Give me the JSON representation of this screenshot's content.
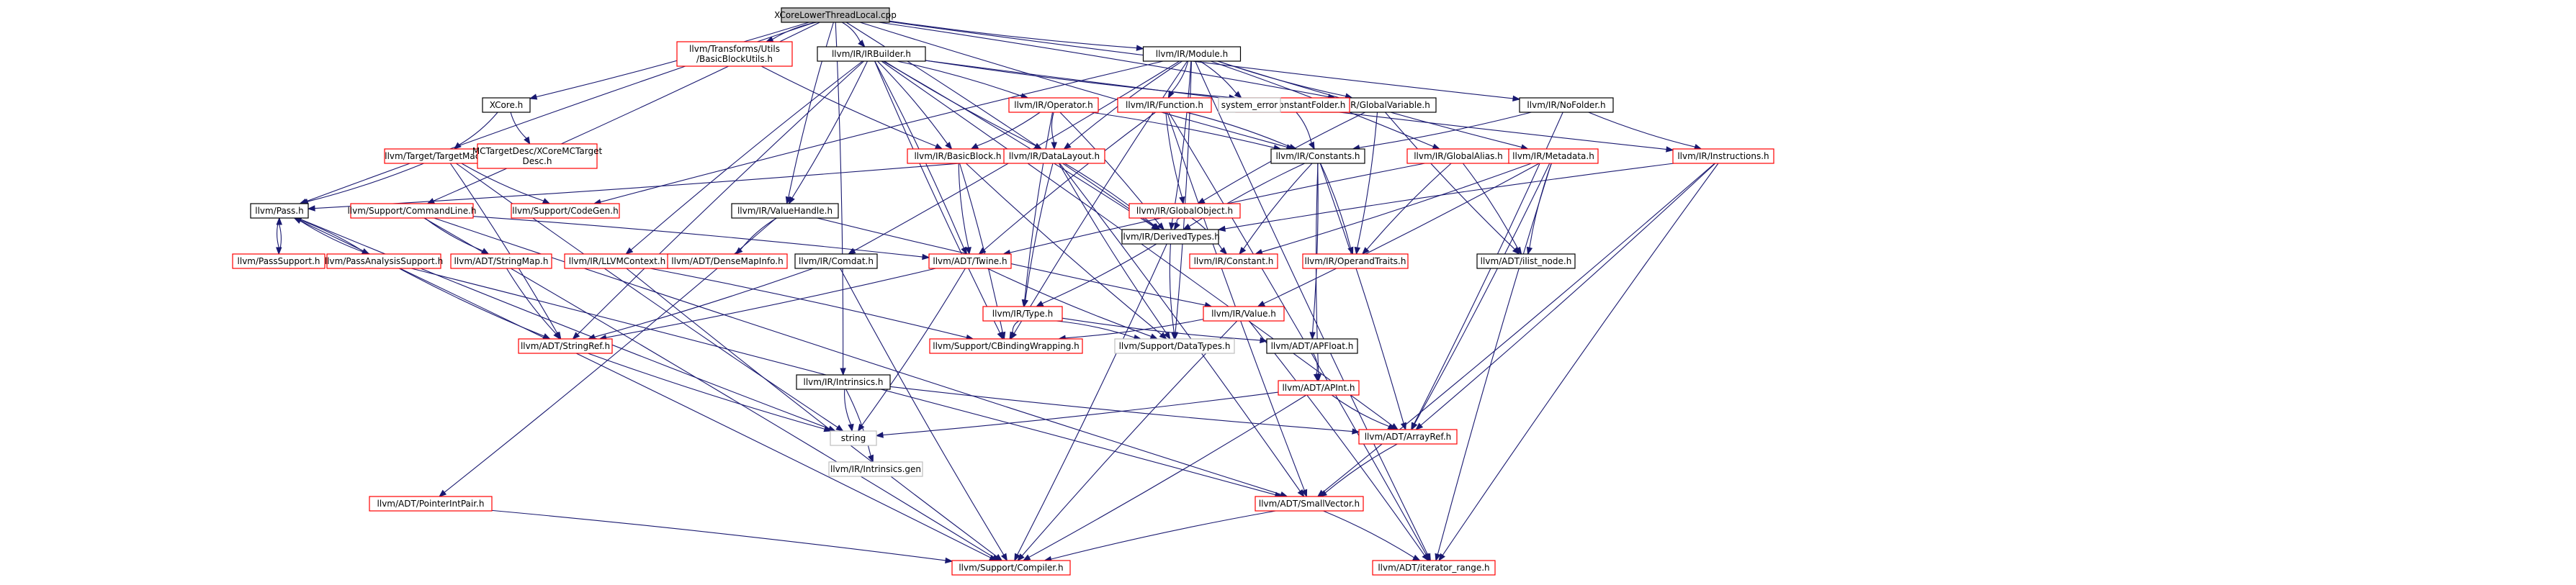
{
  "colors": {
    "node_fill": "#ffffff",
    "root_fill": "#bfbfbf",
    "border_documented": "#ff0000",
    "border_undocumented": "#bfbfbf",
    "border_root": "#000000",
    "text": "#000000",
    "edge": "#191970"
  },
  "diagram": {
    "nodes": [
      {
        "id": "root",
        "lines": [
          "XCoreLowerThreadLocal.cpp"
        ],
        "kind": "root"
      },
      {
        "id": "butils",
        "lines": [
          "llvm/Transforms/Utils",
          "/BasicBlockUtils.h"
        ],
        "kind": "red"
      },
      {
        "id": "irbuilder",
        "lines": [
          "llvm/IR/IRBuilder.h"
        ],
        "kind": "black"
      },
      {
        "id": "module",
        "lines": [
          "llvm/IR/Module.h"
        ],
        "kind": "black"
      },
      {
        "id": "xcore",
        "lines": [
          "XCore.h"
        ],
        "kind": "black"
      },
      {
        "id": "nofolder",
        "lines": [
          "llvm/IR/NoFolder.h"
        ],
        "kind": "black"
      },
      {
        "id": "globalvar",
        "lines": [
          "llvm/IR/GlobalVariable.h"
        ],
        "kind": "black"
      },
      {
        "id": "target",
        "lines": [
          "llvm/Target/TargetMachine.h"
        ],
        "kind": "red"
      },
      {
        "id": "mctarget",
        "lines": [
          "MCTargetDesc/XCoreMCTarget",
          "Desc.h"
        ],
        "kind": "red"
      },
      {
        "id": "operator",
        "lines": [
          "llvm/IR/Operator.h"
        ],
        "kind": "red"
      },
      {
        "id": "function",
        "lines": [
          "llvm/IR/Function.h"
        ],
        "kind": "red"
      },
      {
        "id": "constfolder",
        "lines": [
          "llvm/IR/ConstantFolder.h"
        ],
        "kind": "red"
      },
      {
        "id": "syserror",
        "lines": [
          "system_error"
        ],
        "kind": "gray"
      },
      {
        "id": "instructions",
        "lines": [
          "llvm/IR/Instructions.h"
        ],
        "kind": "red"
      },
      {
        "id": "basicblock",
        "lines": [
          "llvm/IR/BasicBlock.h"
        ],
        "kind": "red"
      },
      {
        "id": "datalayout",
        "lines": [
          "llvm/IR/DataLayout.h"
        ],
        "kind": "red"
      },
      {
        "id": "constants",
        "lines": [
          "llvm/IR/Constants.h"
        ],
        "kind": "black"
      },
      {
        "id": "globalalias",
        "lines": [
          "llvm/IR/GlobalAlias.h"
        ],
        "kind": "red"
      },
      {
        "id": "metadata",
        "lines": [
          "llvm/IR/Metadata.h"
        ],
        "kind": "red"
      },
      {
        "id": "pass",
        "lines": [
          "llvm/Pass.h"
        ],
        "kind": "black"
      },
      {
        "id": "cmdline",
        "lines": [
          "llvm/Support/CommandLine.h"
        ],
        "kind": "red"
      },
      {
        "id": "codegen",
        "lines": [
          "llvm/Support/CodeGen.h"
        ],
        "kind": "red"
      },
      {
        "id": "valuehandle",
        "lines": [
          "llvm/IR/ValueHandle.h"
        ],
        "kind": "black"
      },
      {
        "id": "globalobject",
        "lines": [
          "llvm/IR/GlobalObject.h"
        ],
        "kind": "red"
      },
      {
        "id": "derivedtypes",
        "lines": [
          "llvm/IR/DerivedTypes.h"
        ],
        "kind": "black"
      },
      {
        "id": "constant",
        "lines": [
          "llvm/IR/Constant.h"
        ],
        "kind": "red"
      },
      {
        "id": "operandtraits",
        "lines": [
          "llvm/IR/OperandTraits.h"
        ],
        "kind": "red"
      },
      {
        "id": "ilistnode",
        "lines": [
          "llvm/ADT/ilist_node.h"
        ],
        "kind": "black"
      },
      {
        "id": "passsupport",
        "lines": [
          "llvm/PassSupport.h"
        ],
        "kind": "red"
      },
      {
        "id": "passanalysis",
        "lines": [
          "llvm/PassAnalysisSupport.h"
        ],
        "kind": "red"
      },
      {
        "id": "stringmap",
        "lines": [
          "llvm/ADT/StringMap.h"
        ],
        "kind": "red"
      },
      {
        "id": "llvmcontext",
        "lines": [
          "llvm/IR/LLVMContext.h"
        ],
        "kind": "red"
      },
      {
        "id": "densemapinfo",
        "lines": [
          "llvm/ADT/DenseMapInfo.h"
        ],
        "kind": "red"
      },
      {
        "id": "comdat",
        "lines": [
          "llvm/IR/Comdat.h"
        ],
        "kind": "black"
      },
      {
        "id": "twine",
        "lines": [
          "llvm/ADT/Twine.h"
        ],
        "kind": "red"
      },
      {
        "id": "type",
        "lines": [
          "llvm/IR/Type.h"
        ],
        "kind": "red"
      },
      {
        "id": "value",
        "lines": [
          "llvm/IR/Value.h"
        ],
        "kind": "red"
      },
      {
        "id": "stringref",
        "lines": [
          "llvm/ADT/StringRef.h"
        ],
        "kind": "red"
      },
      {
        "id": "cbinding",
        "lines": [
          "llvm/Support/CBindingWrapping.h"
        ],
        "kind": "red"
      },
      {
        "id": "datatypes",
        "lines": [
          "llvm/Support/DataTypes.h"
        ],
        "kind": "gray"
      },
      {
        "id": "apfloat",
        "lines": [
          "llvm/ADT/APFloat.h"
        ],
        "kind": "black"
      },
      {
        "id": "intrinsics",
        "lines": [
          "llvm/IR/Intrinsics.h"
        ],
        "kind": "black"
      },
      {
        "id": "apint",
        "lines": [
          "llvm/ADT/APInt.h"
        ],
        "kind": "red"
      },
      {
        "id": "string",
        "lines": [
          "string"
        ],
        "kind": "gray"
      },
      {
        "id": "intrinsicsgen",
        "lines": [
          "llvm/IR/Intrinsics.gen"
        ],
        "kind": "gray"
      },
      {
        "id": "arrayref",
        "lines": [
          "llvm/ADT/ArrayRef.h"
        ],
        "kind": "red"
      },
      {
        "id": "pointerint",
        "lines": [
          "llvm/ADT/PointerIntPair.h"
        ],
        "kind": "red"
      },
      {
        "id": "smallvector",
        "lines": [
          "llvm/ADT/SmallVector.h"
        ],
        "kind": "red"
      },
      {
        "id": "compiler",
        "lines": [
          "llvm/Support/Compiler.h"
        ],
        "kind": "red"
      },
      {
        "id": "iterrange",
        "lines": [
          "llvm/ADT/iterator_range.h"
        ],
        "kind": "red"
      }
    ],
    "edges": [
      [
        "root",
        "butils"
      ],
      [
        "root",
        "irbuilder"
      ],
      [
        "root",
        "module"
      ],
      [
        "root",
        "xcore"
      ],
      [
        "root",
        "nofolder"
      ],
      [
        "root",
        "globalvar"
      ],
      [
        "root",
        "pass"
      ],
      [
        "root",
        "cmdline"
      ],
      [
        "root",
        "valuehandle"
      ],
      [
        "root",
        "intrinsics"
      ],
      [
        "root",
        "constants"
      ],
      [
        "root",
        "derivedtypes"
      ],
      [
        "butils",
        "basicblock"
      ],
      [
        "irbuilder",
        "basicblock"
      ],
      [
        "irbuilder",
        "datalayout"
      ],
      [
        "irbuilder",
        "operator"
      ],
      [
        "irbuilder",
        "constfolder"
      ],
      [
        "irbuilder",
        "valuehandle"
      ],
      [
        "irbuilder",
        "llvmcontext"
      ],
      [
        "irbuilder",
        "twine"
      ],
      [
        "irbuilder",
        "cbinding"
      ],
      [
        "irbuilder",
        "arrayref"
      ],
      [
        "irbuilder",
        "stringref"
      ],
      [
        "irbuilder",
        "derivedtypes"
      ],
      [
        "irbuilder",
        "instructions"
      ],
      [
        "module",
        "function"
      ],
      [
        "module",
        "globalvar"
      ],
      [
        "module",
        "globalalias"
      ],
      [
        "module",
        "metadata"
      ],
      [
        "module",
        "comdat"
      ],
      [
        "module",
        "datalayout"
      ],
      [
        "module",
        "datatypes"
      ],
      [
        "module",
        "codegen"
      ],
      [
        "module",
        "syserror"
      ],
      [
        "module",
        "iterrange"
      ],
      [
        "module",
        "derivedtypes"
      ],
      [
        "module",
        "cbinding"
      ],
      [
        "xcore",
        "target"
      ],
      [
        "xcore",
        "mctarget"
      ],
      [
        "nofolder",
        "constants"
      ],
      [
        "nofolder",
        "instructions"
      ],
      [
        "nofolder",
        "arrayref"
      ],
      [
        "globalvar",
        "globalobject"
      ],
      [
        "globalvar",
        "operandtraits"
      ],
      [
        "globalvar",
        "ilistnode"
      ],
      [
        "target",
        "pass"
      ],
      [
        "target",
        "codegen"
      ],
      [
        "target",
        "stringref"
      ],
      [
        "target",
        "string"
      ],
      [
        "operator",
        "constants"
      ],
      [
        "operator",
        "datalayout"
      ],
      [
        "operator",
        "derivedtypes"
      ],
      [
        "operator",
        "type"
      ],
      [
        "operator",
        "basicblock"
      ],
      [
        "function",
        "globalobject"
      ],
      [
        "function",
        "iterrange"
      ],
      [
        "function",
        "smallvector"
      ],
      [
        "function",
        "constants"
      ],
      [
        "function",
        "twine"
      ],
      [
        "constfolder",
        "constants"
      ],
      [
        "instructions",
        "derivedtypes"
      ],
      [
        "instructions",
        "arrayref"
      ],
      [
        "instructions",
        "iterrange"
      ],
      [
        "instructions",
        "smallvector"
      ],
      [
        "basicblock",
        "twine"
      ],
      [
        "basicblock",
        "cbinding"
      ],
      [
        "basicblock",
        "datatypes"
      ],
      [
        "datalayout",
        "derivedtypes"
      ],
      [
        "datalayout",
        "type"
      ],
      [
        "datalayout",
        "smallvector"
      ],
      [
        "datalayout",
        "datatypes"
      ],
      [
        "datalayout",
        "pass"
      ],
      [
        "constants",
        "constant"
      ],
      [
        "constants",
        "operandtraits"
      ],
      [
        "constants",
        "derivedtypes"
      ],
      [
        "constants",
        "apfloat"
      ],
      [
        "constants",
        "apint"
      ],
      [
        "constants",
        "arrayref"
      ],
      [
        "globalalias",
        "operandtraits"
      ],
      [
        "globalalias",
        "ilistnode"
      ],
      [
        "globalalias",
        "twine"
      ],
      [
        "metadata",
        "value"
      ],
      [
        "metadata",
        "ilistnode"
      ],
      [
        "metadata",
        "arrayref"
      ],
      [
        "metadata",
        "iterrange"
      ],
      [
        "metadata",
        "constant"
      ],
      [
        "pass",
        "passsupport"
      ],
      [
        "pass",
        "passanalysis"
      ],
      [
        "pass",
        "string"
      ],
      [
        "pass",
        "compiler"
      ],
      [
        "cmdline",
        "stringmap"
      ],
      [
        "cmdline",
        "twine"
      ],
      [
        "cmdline",
        "smallvector"
      ],
      [
        "cmdline",
        "compiler"
      ],
      [
        "valuehandle",
        "densemapinfo"
      ],
      [
        "valuehandle",
        "pointerint"
      ],
      [
        "valuehandle",
        "value"
      ],
      [
        "globalobject",
        "constant"
      ],
      [
        "globalobject",
        "derivedtypes"
      ],
      [
        "derivedtypes",
        "type"
      ],
      [
        "derivedtypes",
        "datatypes"
      ],
      [
        "derivedtypes",
        "compiler"
      ],
      [
        "passsupport",
        "pass"
      ],
      [
        "passanalysis",
        "pass"
      ],
      [
        "passanalysis",
        "stringref"
      ],
      [
        "passanalysis",
        "smallvector"
      ],
      [
        "stringmap",
        "stringref"
      ],
      [
        "llvmcontext",
        "cbinding"
      ],
      [
        "llvmcontext",
        "compiler"
      ],
      [
        "comdat",
        "stringref"
      ],
      [
        "comdat",
        "compiler"
      ],
      [
        "twine",
        "stringref"
      ],
      [
        "twine",
        "datatypes"
      ],
      [
        "twine",
        "string"
      ],
      [
        "type",
        "cbinding"
      ],
      [
        "type",
        "datatypes"
      ],
      [
        "type",
        "apfloat"
      ],
      [
        "value",
        "cbinding"
      ],
      [
        "value",
        "compiler"
      ],
      [
        "value",
        "iterrange"
      ],
      [
        "stringref",
        "string"
      ],
      [
        "apfloat",
        "apint"
      ],
      [
        "intrinsics",
        "string"
      ],
      [
        "intrinsics",
        "intrinsicsgen"
      ],
      [
        "intrinsics",
        "arrayref"
      ],
      [
        "apint",
        "string"
      ],
      [
        "apint",
        "arrayref"
      ],
      [
        "apint",
        "compiler"
      ],
      [
        "arrayref",
        "smallvector"
      ],
      [
        "pointerint",
        "compiler"
      ],
      [
        "smallvector",
        "compiler"
      ],
      [
        "smallvector",
        "iterrange"
      ]
    ]
  }
}
